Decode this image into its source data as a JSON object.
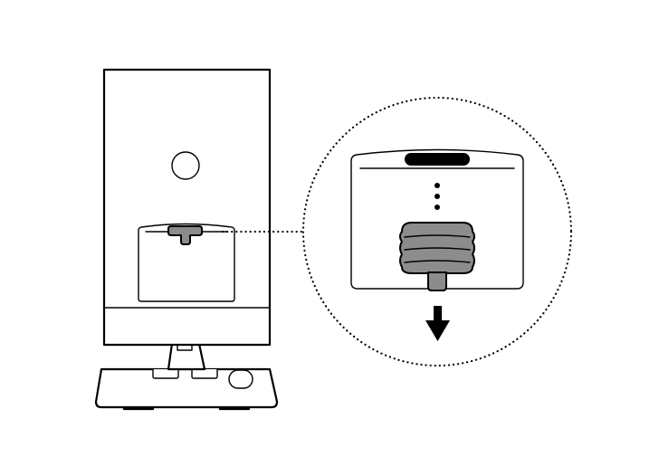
{
  "diagram": {
    "colors": {
      "line": "#000000",
      "background": "#ffffff",
      "plug_fill": "#8c8c8c",
      "bar_fill": "#000000"
    },
    "parts": [
      "device-body",
      "device-stand",
      "device-base",
      "rear-cover",
      "rubber-plug",
      "magnified-view",
      "pull-direction-arrow"
    ],
    "action": "pull-down"
  }
}
